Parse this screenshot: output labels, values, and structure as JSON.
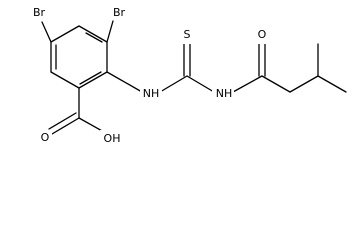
{
  "molecule": {
    "atoms": {
      "br_left": "Br",
      "br_right": "Br",
      "nh_aryl": "NH",
      "s": "S",
      "nh_amide": "NH",
      "o_amide": "O",
      "o_acid": "O",
      "oh_acid": "OH"
    }
  }
}
